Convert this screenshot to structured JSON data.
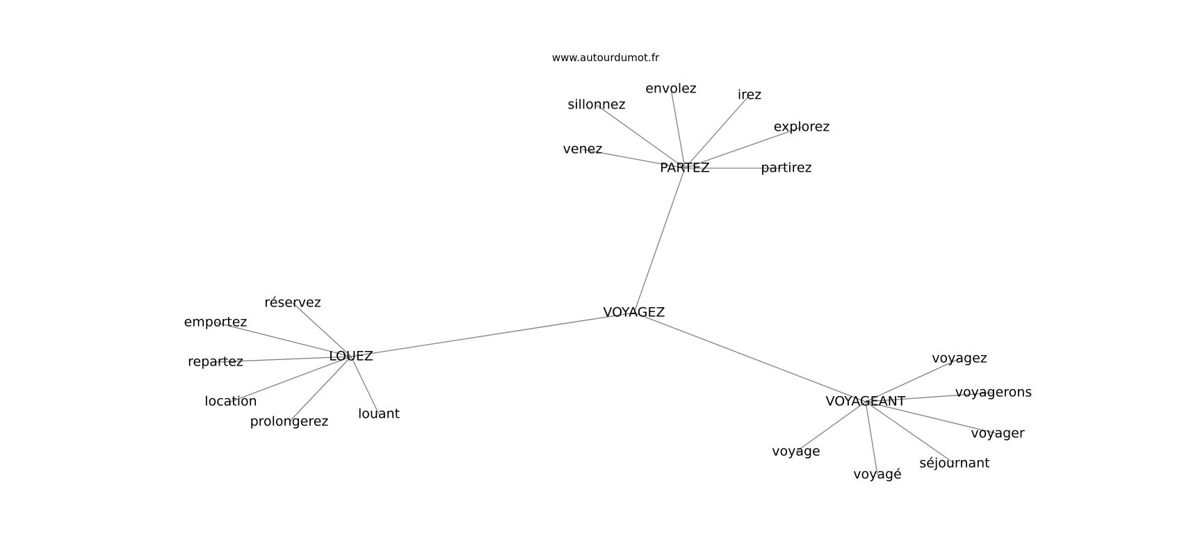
{
  "source": "www.autourdumot.fr",
  "center": "VOYAGEZ",
  "clusters": [
    {
      "hub": "PARTEZ",
      "words": [
        "venez",
        "sillonnez",
        "envolez",
        "irez",
        "explorez",
        "partirez"
      ]
    },
    {
      "hub": "LOUEZ",
      "words": [
        "réservez",
        "emportez",
        "repartez",
        "location",
        "prolongerez",
        "louant"
      ]
    },
    {
      "hub": "VOYAGEANT",
      "words": [
        "voyagez",
        "voyagerons",
        "voyager",
        "séjournant",
        "voyagé",
        "voyage"
      ]
    }
  ],
  "colors": {
    "edge": "#808080",
    "text": "#000000",
    "background": "#ffffff"
  }
}
